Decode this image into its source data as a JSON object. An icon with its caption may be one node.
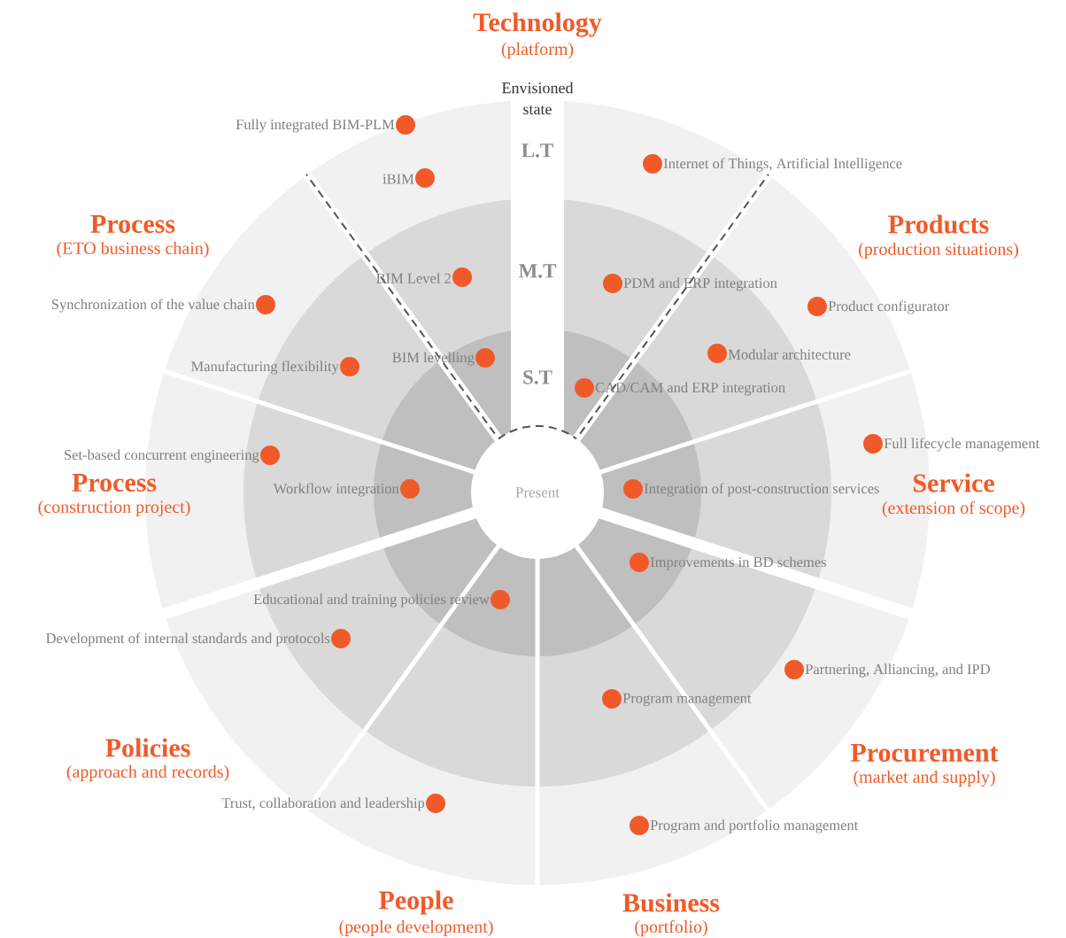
{
  "diagram": {
    "nodes": [
      {
        "text": [
          "Present"
        ]
      }
    ],
    "labels": [
      "Technology",
      "(platform)",
      "Envisioned state",
      "Fully integrated BIM-PLM",
      "L.T",
      "Internet of Things, Artificial Intelligence",
      "iBIM",
      "Process",
      "(ETO business chain)",
      "Products",
      "(production situations)",
      "M.T",
      "BIM Level 2",
      "PDM and ERP integration",
      "Synchronization of the value chain",
      "Product configurator",
      "Modular architecture",
      "BIM levelling",
      "Manufacturing flexibility",
      "S.T",
      "CAD/CAM and ERP integration",
      "Full lifecycle management",
      "Set-based concurrent engineering",
      "Process",
      "(construction project)",
      "Workflow integration",
      "Integration of post-construction services",
      "Service",
      "(extension of scope)",
      "Improvements in BD schemes",
      "Educational and training policies review",
      "Development of internal standards and protocols",
      "Partnering, Alliancing, and IPD",
      "Program management",
      "Policies",
      "(approach and records)",
      "Procurement",
      "(market and supply)",
      "Trust, collaboration and leadership",
      "Program and portfolio management",
      "People",
      "Business",
      "(people development)",
      "(portfolio)"
    ]
  }
}
